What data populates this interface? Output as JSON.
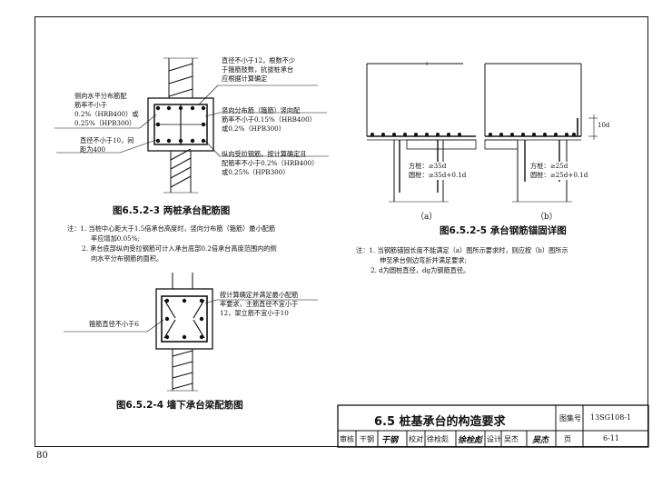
{
  "page_number": "80",
  "fig523": {
    "caption": "图6.5.2-3  两桩承台配筋图",
    "label_top": [
      "直径不小于12，根数不少",
      "于箍筋肢数，抗拔桩承台",
      "应根据计算确定"
    ],
    "label_left": [
      "侧向水平分布筋配",
      "筋率不小于",
      "0.2%（HRB400）或",
      "0.25%（HPB300）"
    ],
    "label_left2": [
      "直径不小于10，间",
      "距为400"
    ],
    "label_right1": [
      "竖向分布筋（箍筋）竖向配",
      "筋率不小于0.15%（HRB400）",
      "或0.2%（HPB300）"
    ],
    "label_right2": [
      "纵向受拉钢筋，按计算确定且",
      "配筋率不小于0.2%（HRB400）",
      "或0.25%（HPB300）"
    ]
  },
  "notes523": [
    "注：1. 当桩中心距大于1.5倍承台高度时，竖向分布筋（箍筋）最小配筋",
    "率应增加0.05%;",
    "2. 承台底部纵向受拉钢筋可计入承台底部0.2倍承台高度范围内的侧",
    "向水平分布钢筋的面积。"
  ],
  "fig524": {
    "caption": "图6.5.2-4  墙下承台梁配筋图",
    "label_left": "箍筋直径不小于6",
    "label_right": [
      "按计算确定并满足最小配筋",
      "率要求，主筋直径不宜小于",
      "12，架立筋不宜小于10"
    ]
  },
  "fig525": {
    "caption": "图6.5.2-5  承台钢筋锚固详图",
    "sub_a": "（a）",
    "sub_b": "（b）",
    "a_line1": "方桩：≥35d",
    "a_line2": "圆桩：≥35d+0.1d",
    "b_line1": "方桩：≥25d",
    "b_line2": "圆桩：≥25d+0.1d",
    "dim": "10d"
  },
  "notes525": [
    "注：1. 当钢筋锚固长度不能满足（a）图所示要求时，则应按（b）图所示",
    "伸至承台侧边弯折并满足要求;",
    "2. d为圆桩直径，dg为钢筋直径。"
  ],
  "title_block": {
    "title": "6.5  桩基承台的构造要求",
    "atlas_label": "图集号",
    "atlas_no": "13SG108-1",
    "page_label": "页",
    "page_no": "6-11",
    "review_label": "审核",
    "review_name": "干钢",
    "check_label": "校对",
    "check_name": "徐栓彪",
    "design_label": "设计",
    "design_name": "吴杰",
    "sig_review": "干钢",
    "sig_check": "徐栓彪",
    "sig_design": "吴杰"
  }
}
